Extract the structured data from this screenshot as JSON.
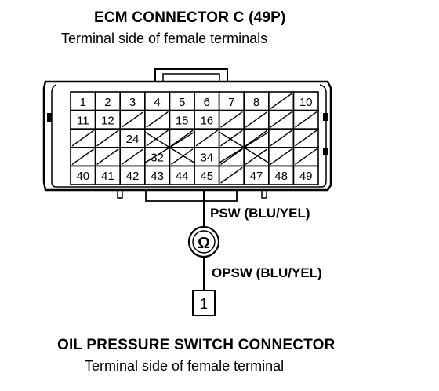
{
  "ecm_connector": {
    "title": "ECM CONNECTOR C (49P)",
    "subtitle": "Terminal side of female terminals",
    "rows": [
      {
        "cells": [
          {
            "label": "1"
          },
          {
            "label": "2"
          },
          {
            "label": "3"
          },
          {
            "label": "4"
          },
          {
            "label": "5"
          },
          {
            "label": "6"
          },
          {
            "label": "7"
          },
          {
            "label": "8"
          },
          {
            "label": ""
          },
          {
            "label": "10"
          }
        ]
      },
      {
        "cells": [
          {
            "label": "11"
          },
          {
            "label": "12"
          },
          {
            "label": ""
          },
          {
            "label": ""
          },
          {
            "label": "15"
          },
          {
            "label": "16"
          },
          {
            "label": ""
          },
          {
            "label": ""
          },
          {
            "label": ""
          },
          {
            "label": ""
          }
        ]
      },
      {
        "cells": [
          {
            "label": ""
          },
          {
            "label": ""
          },
          {
            "label": "24"
          },
          {
            "label": ""
          },
          {
            "label": ""
          },
          {
            "label": ""
          },
          {
            "label": ""
          },
          {
            "label": ""
          },
          {
            "label": ""
          },
          {
            "label": ""
          }
        ]
      },
      {
        "cells": [
          {
            "label": ""
          },
          {
            "label": ""
          },
          {
            "label": ""
          },
          {
            "label": "32"
          },
          {
            "label": ""
          },
          {
            "label": "34"
          },
          {
            "label": ""
          },
          {
            "label": ""
          },
          {
            "label": ""
          },
          {
            "label": ""
          }
        ]
      },
      {
        "cells": [
          {
            "label": "40"
          },
          {
            "label": "41"
          },
          {
            "label": "42"
          },
          {
            "label": "43"
          },
          {
            "label": "44"
          },
          {
            "label": "45"
          },
          {
            "label": ""
          },
          {
            "label": "47"
          },
          {
            "label": "48"
          },
          {
            "label": "49"
          }
        ]
      }
    ]
  },
  "wires": {
    "ecm_wire_label": "PSW (BLU/YEL)",
    "switch_wire_label": "OPSW (BLU/YEL)",
    "switch_symbol": "Ω"
  },
  "oil_pressure_switch_connector": {
    "terminal": "1",
    "title": "OIL PRESSURE SWITCH CONNECTOR",
    "subtitle": "Terminal side of female terminal"
  }
}
